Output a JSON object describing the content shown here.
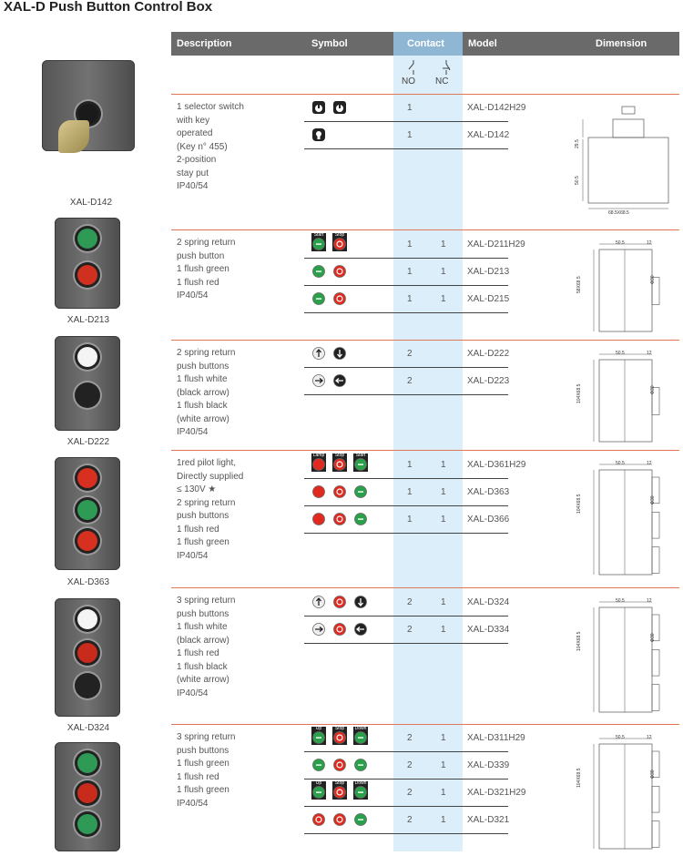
{
  "title": "XAL-D Push Button Control Box",
  "header": {
    "description": "Description",
    "symbol": "Symbol",
    "contact": "Contact",
    "model": "Model",
    "dimension": "Dimension"
  },
  "contact_labels": {
    "no": "NO",
    "nc": "NC"
  },
  "sections": [
    {
      "label": "XAL-D142",
      "desc": [
        "1 selector switch",
        "with key",
        "operated",
        "(Key n°   455)",
        "2-position",
        "stay put",
        "IP40/54"
      ],
      "rows": [
        {
          "no": "1",
          "nc": "",
          "model": "XAL-D142H29"
        },
        {
          "no": "1",
          "nc": "",
          "model": "XAL-D142"
        }
      ],
      "dims": [
        "29.5",
        "50.5",
        "68.5X68.5"
      ]
    },
    {
      "label": "XAL-D213",
      "desc": [
        "2 spring return",
        "push button",
        "1 flush green",
        "1 flush red",
        "IP40/54"
      ],
      "rows": [
        {
          "no": "1",
          "nc": "1",
          "model": "XAL-D211H29",
          "tags": [
            "Start",
            "Stop"
          ]
        },
        {
          "no": "1",
          "nc": "1",
          "model": "XAL-D213"
        },
        {
          "no": "1",
          "nc": "1",
          "model": "XAL-D215"
        }
      ],
      "dims": [
        "50.5",
        "12",
        "58X68.5",
        "Φ30"
      ]
    },
    {
      "label": "XAL-D222",
      "desc": [
        "2 spring return",
        "push buttons",
        "1 flush white",
        "(black arrow)",
        "1 flush black",
        "(white arrow)",
        "IP40/54"
      ],
      "rows": [
        {
          "no": "2",
          "nc": "",
          "model": "XAL-D222"
        },
        {
          "no": "2",
          "nc": "",
          "model": "XAL-D223"
        }
      ],
      "dims": [
        "50.5",
        "12",
        "104X68.5",
        "Φ30"
      ]
    },
    {
      "label": "XAL-D363",
      "desc": [
        "1red pilot light,",
        "Directly supplied",
        "≤ 130V ★",
        "2 spring return",
        "push buttons",
        "1 flush red",
        "1 flush green",
        "IP40/54"
      ],
      "rows": [
        {
          "no": "1",
          "nc": "1",
          "model": "XAL-D361H29",
          "tags": [
            "Lamp",
            "Stop",
            "Start"
          ]
        },
        {
          "no": "1",
          "nc": "1",
          "model": "XAL-D363"
        },
        {
          "no": "1",
          "nc": "1",
          "model": "XAL-D366"
        }
      ],
      "dims": [
        "50.5",
        "12",
        "104X68.5",
        "Φ30"
      ]
    },
    {
      "label": "XAL-D324",
      "desc": [
        "3 spring return",
        "push buttons",
        "1 flush white",
        "(black arrow)",
        "1 flush red",
        "1 flush black",
        "(white arrow)",
        "IP40/54"
      ],
      "rows": [
        {
          "no": "2",
          "nc": "1",
          "model": "XAL-D324"
        },
        {
          "no": "2",
          "nc": "1",
          "model": "XAL-D334"
        }
      ],
      "dims": [
        "50.5",
        "12",
        "104X68.5",
        "Φ30"
      ]
    },
    {
      "label": "",
      "desc": [
        "3 spring return",
        "push buttons",
        "1 flush green",
        "1 flush red",
        "1 flush green",
        "IP40/54"
      ],
      "rows": [
        {
          "no": "2",
          "nc": "1",
          "model": "XAL-D311H29",
          "tags": [
            "Up",
            "Stop",
            "Down"
          ]
        },
        {
          "no": "2",
          "nc": "1",
          "model": "XAL-D339"
        },
        {
          "no": "2",
          "nc": "1",
          "model": "XAL-D321H29",
          "tags": [
            "Up",
            "Stop",
            "Down"
          ]
        },
        {
          "no": "2",
          "nc": "1",
          "model": "XAL-D321"
        }
      ],
      "dims": [
        "50.5",
        "12",
        "104X68.5",
        "Φ30"
      ]
    }
  ]
}
